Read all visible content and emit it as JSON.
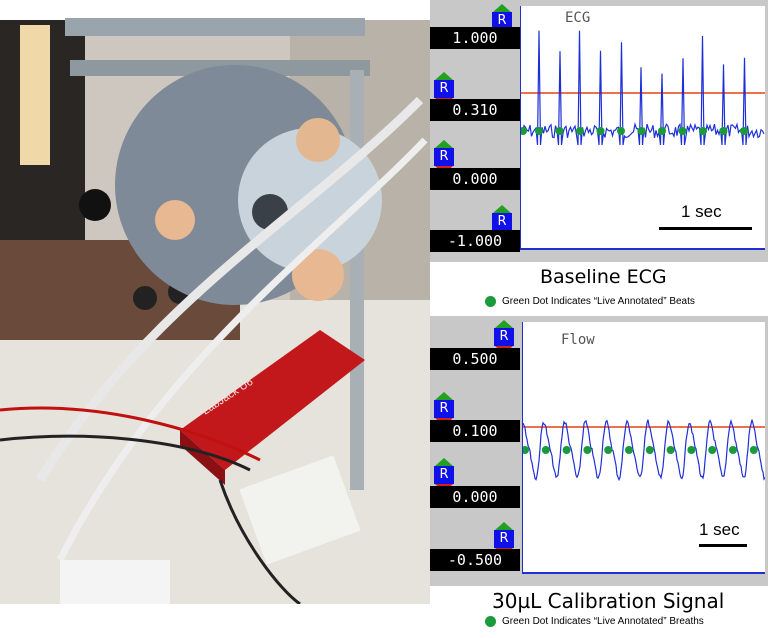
{
  "ecg_panel": {
    "plot_title": "ECG",
    "values": [
      "1.000",
      "0.310",
      "0.000",
      "-1.000"
    ],
    "button_label": "R",
    "scale_label": "1 sec",
    "caption": "Baseline ECG",
    "note": "Green Dot Indicates “Live Annotated” Beats"
  },
  "flow_panel": {
    "plot_title": "Flow",
    "values": [
      "0.500",
      "0.100",
      "0.000",
      "-0.500"
    ],
    "button_label": "R",
    "scale_label": "1 sec",
    "caption": "30µL Calibration Signal",
    "note": "Green Dot Indicates “Live Annotated” Breaths"
  },
  "photo": {
    "device_label": "LabJack U6"
  },
  "colors": {
    "trace": "#1f2fd8",
    "threshold": "#e84010",
    "annotation_dot": "#1a9a3a",
    "button_up": "#22a022",
    "button_r": "#1010e8",
    "button_down": "#d02020"
  }
}
